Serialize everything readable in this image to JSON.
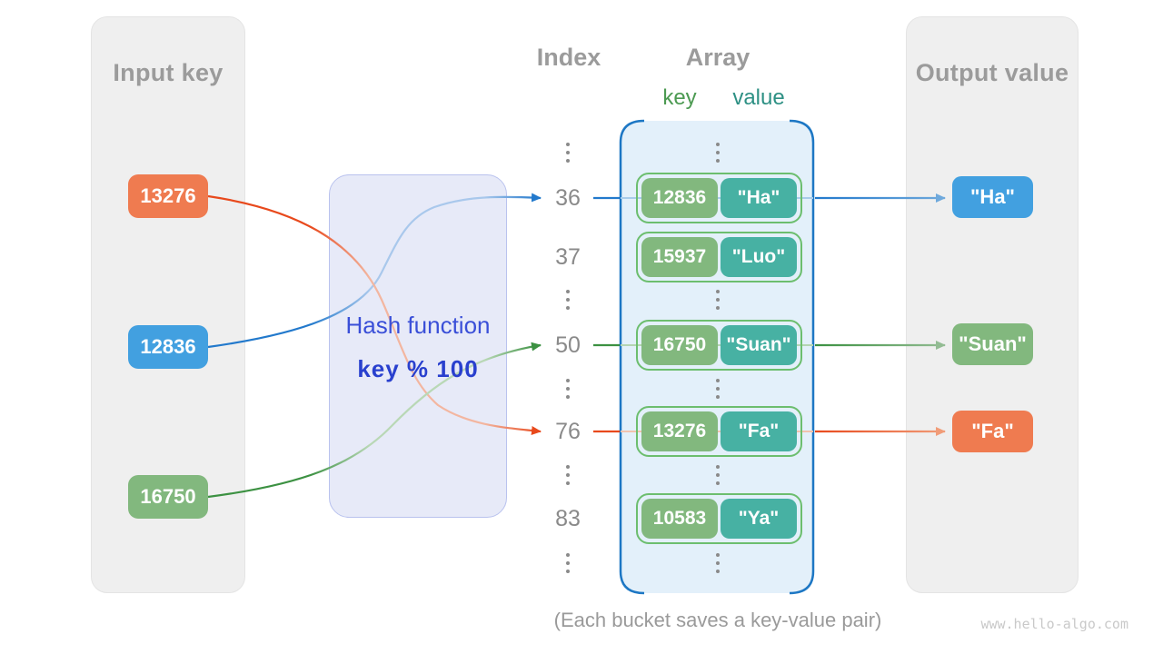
{
  "input_panel": {
    "title": "Input key",
    "keys": [
      {
        "label": "13276",
        "color": "#ef7b50"
      },
      {
        "label": "12836",
        "color": "#42a0e0"
      },
      {
        "label": "16750",
        "color": "#82b87e"
      }
    ]
  },
  "hash_box": {
    "title": "Hash function",
    "formula": "key % 100"
  },
  "index_column": {
    "header": "Index",
    "entries": [
      "⋮",
      "36",
      "37",
      "⋮",
      "50",
      "⋮",
      "76",
      "⋮",
      "83",
      "⋮"
    ]
  },
  "array_panel": {
    "header": "Array",
    "key_label": "key",
    "value_label": "value",
    "ellipsis": "⋮",
    "rows": [
      {
        "index": "36",
        "key": "12836",
        "value": "\"Ha\""
      },
      {
        "index": "37",
        "key": "15937",
        "value": "\"Luo\""
      },
      {
        "index": "50",
        "key": "16750",
        "value": "\"Suan\""
      },
      {
        "index": "76",
        "key": "13276",
        "value": "\"Fa\""
      },
      {
        "index": "83",
        "key": "10583",
        "value": "\"Ya\""
      }
    ]
  },
  "output_panel": {
    "title": "Output value",
    "values": [
      {
        "label": "\"Ha\"",
        "color": "#42a0e0"
      },
      {
        "label": "\"Suan\"",
        "color": "#82b87e"
      },
      {
        "label": "\"Fa\"",
        "color": "#ef7b50"
      }
    ]
  },
  "flows": [
    {
      "input": "12836",
      "index": "36",
      "output": "\"Ha\"",
      "color": "#2279cc"
    },
    {
      "input": "16750",
      "index": "50",
      "output": "\"Suan\"",
      "color": "#3c9142"
    },
    {
      "input": "13276",
      "index": "76",
      "output": "\"Fa\"",
      "color": "#e8491c"
    }
  ],
  "caption": "(Each bucket saves a key-value pair)",
  "watermark": "www.hello-algo.com",
  "colors": {
    "panel_bg": "#efefef",
    "panel_title": "#9b9b9b",
    "hash_bg": "#e7eaf8",
    "hash_border": "#b9c2ee",
    "hash_title_text": "#3a4fd8",
    "hash_formula_text": "#2940ce",
    "array_bg": "#e3f0fa",
    "array_bracket": "#1d77c4",
    "pair_border": "#6cbe6e",
    "key_cell": "#82b87e",
    "value_cell": "#47b1a3",
    "index_text": "#8a8a8a",
    "key_label": "#4c9a52",
    "value_label": "#2d9084",
    "line_blue": "#2279cc",
    "line_green": "#3c9142",
    "line_orange": "#e8491c"
  }
}
